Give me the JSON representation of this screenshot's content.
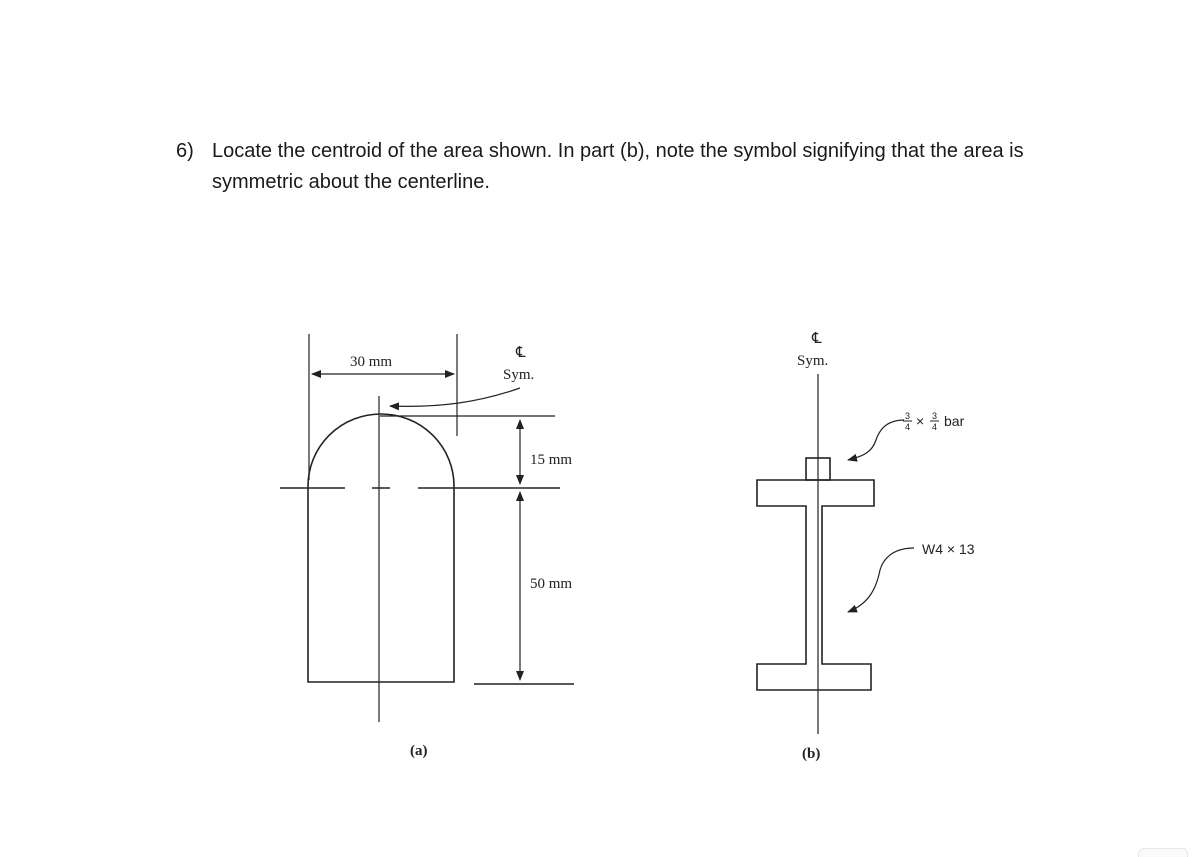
{
  "problem": {
    "number": "6)",
    "text": "Locate the centroid of the area shown. In part (b), note the symbol signifying that the area is symmetric about the centerline."
  },
  "figure_a": {
    "dim_width": "30 mm",
    "centerline_symbol": "℄",
    "sym_label": "Sym.",
    "dim_arc_height": "15 mm",
    "dim_rect_height": "50 mm",
    "caption": "(a)"
  },
  "figure_b": {
    "centerline_symbol": "℄",
    "sym_label": "Sym.",
    "bar_label_frac1_num": "3",
    "bar_label_frac1_den": "4",
    "bar_label_times": "×",
    "bar_label_frac2_num": "3",
    "bar_label_frac2_den": "4",
    "bar_label_word": "bar",
    "beam_label": "W4 × 13",
    "caption": "(b)"
  }
}
